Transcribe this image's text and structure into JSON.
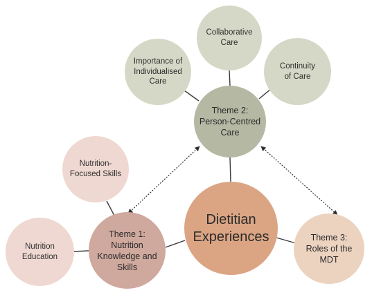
{
  "nodes": {
    "center": "Dietitian\nExperiences",
    "theme2": "Theme 2:\nPerson-Centred\nCare",
    "collaborative": "Collaborative\nCare",
    "individualised": "Importance of\nIndividualised\nCare",
    "continuity": "Continuity\nof Care",
    "theme1": "Theme 1:\nNutrition\nKnowledge and\nSkills",
    "nutrition_focused": "Nutrition-\nFocused Skills",
    "nutrition_education": "Nutrition\nEducation",
    "theme3": "Theme 3:\nRoles of the\nMDT"
  },
  "colors": {
    "sage_light": "#d6d8c7",
    "sage_dark": "#b5b8a3",
    "pink_light": "#efd8d1",
    "mauve": "#cfa99e",
    "orange": "#dba584",
    "peach": "#ecd3c0",
    "connector": "#2e2e2e"
  }
}
